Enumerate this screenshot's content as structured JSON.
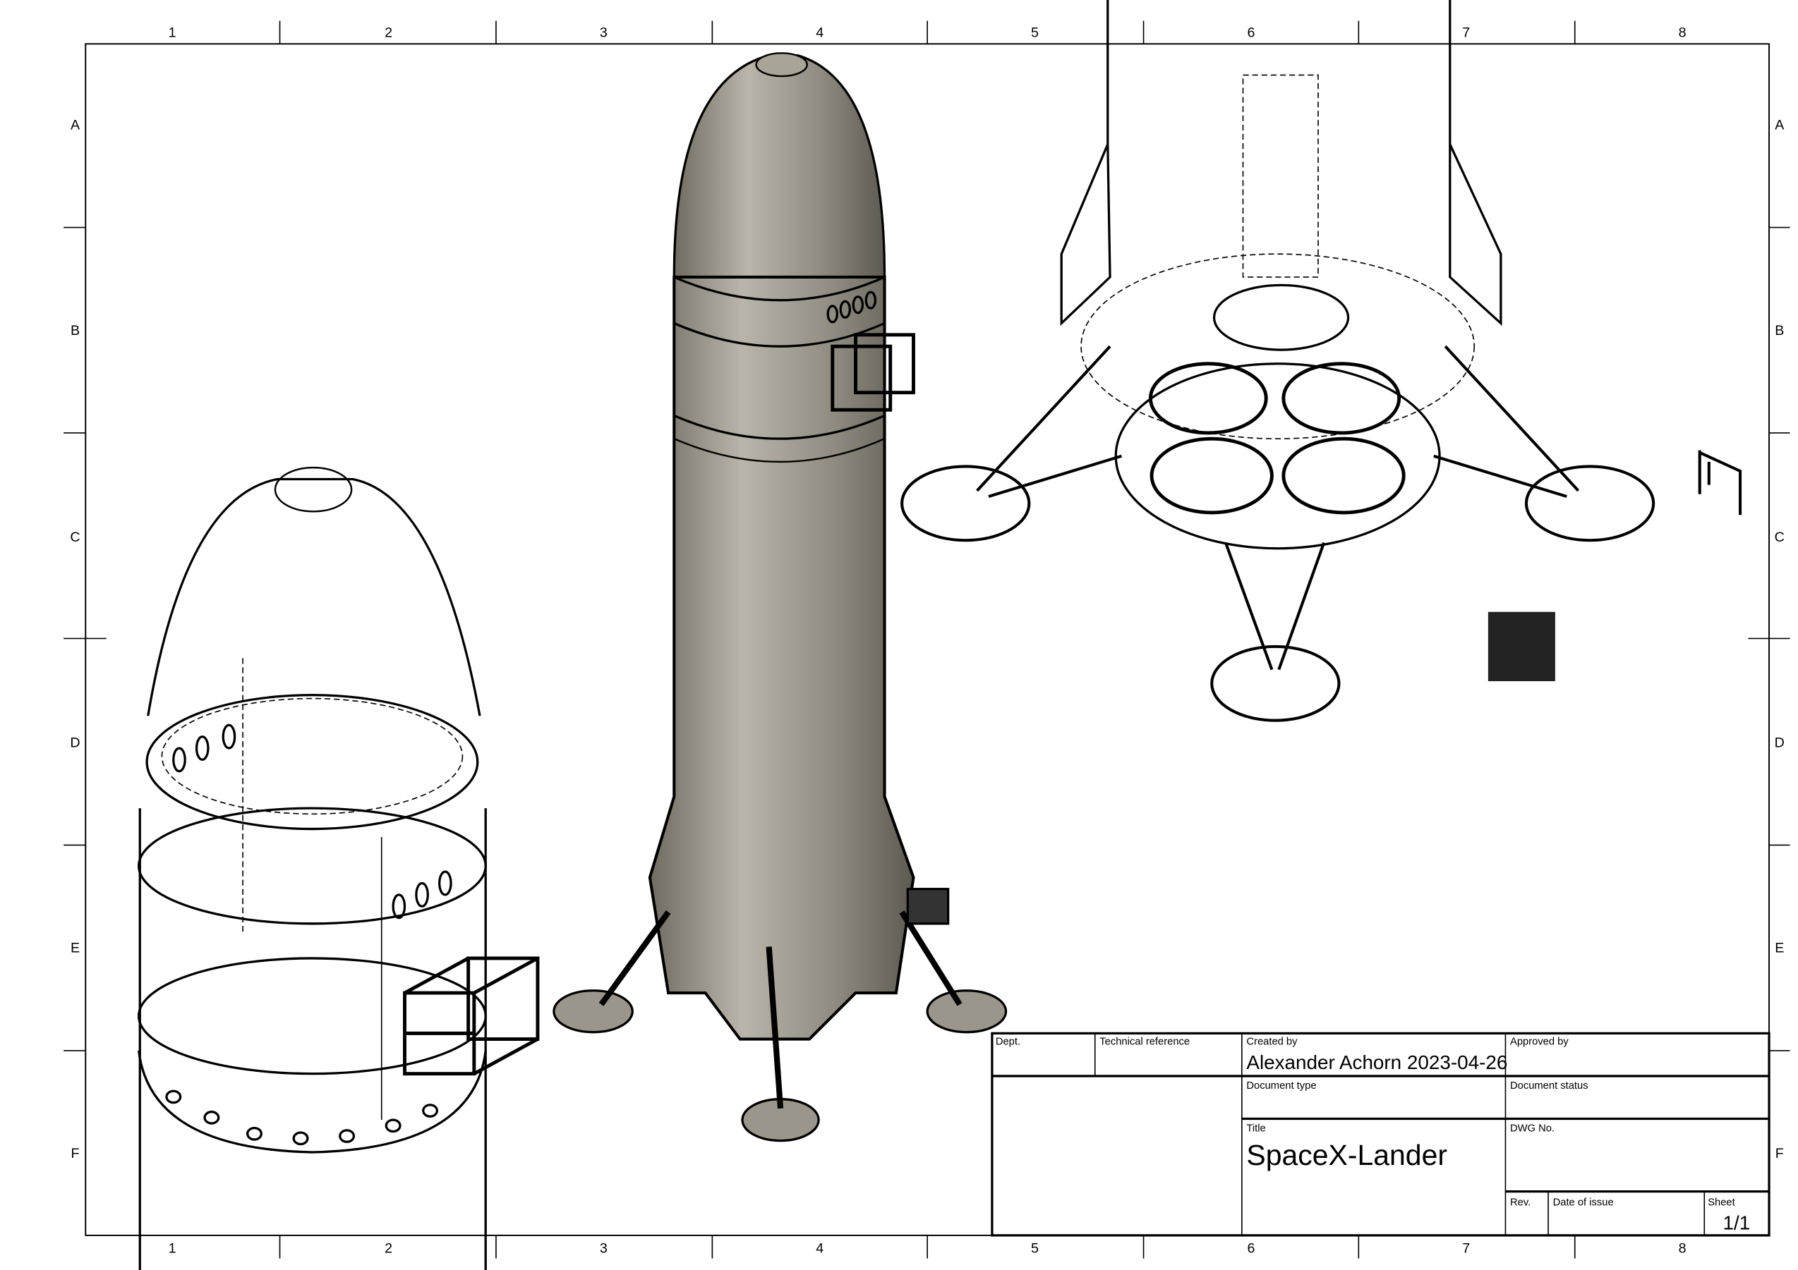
{
  "sheet": {
    "column_zones": [
      "1",
      "2",
      "3",
      "4",
      "5",
      "6",
      "7",
      "8"
    ],
    "row_zones": [
      "A",
      "B",
      "C",
      "D",
      "E",
      "F"
    ]
  },
  "title_block": {
    "dept_label": "Dept.",
    "technical_reference_label": "Technical reference",
    "created_by_label": "Created by",
    "created_by_value": "Alexander Achorn 2023-04-26",
    "approved_by_label": "Approved by",
    "document_type_label": "Document type",
    "document_status_label": "Document status",
    "title_label": "Title",
    "title_value": "SpaceX-Lander",
    "dwg_no_label": "DWG No.",
    "rev_label": "Rev.",
    "date_of_issue_label": "Date of issue",
    "sheet_label": "Sheet",
    "sheet_value": "1/1"
  },
  "colors": {
    "line": "#000000",
    "shaded_body": "#8a8578",
    "background": "#ffffff"
  }
}
